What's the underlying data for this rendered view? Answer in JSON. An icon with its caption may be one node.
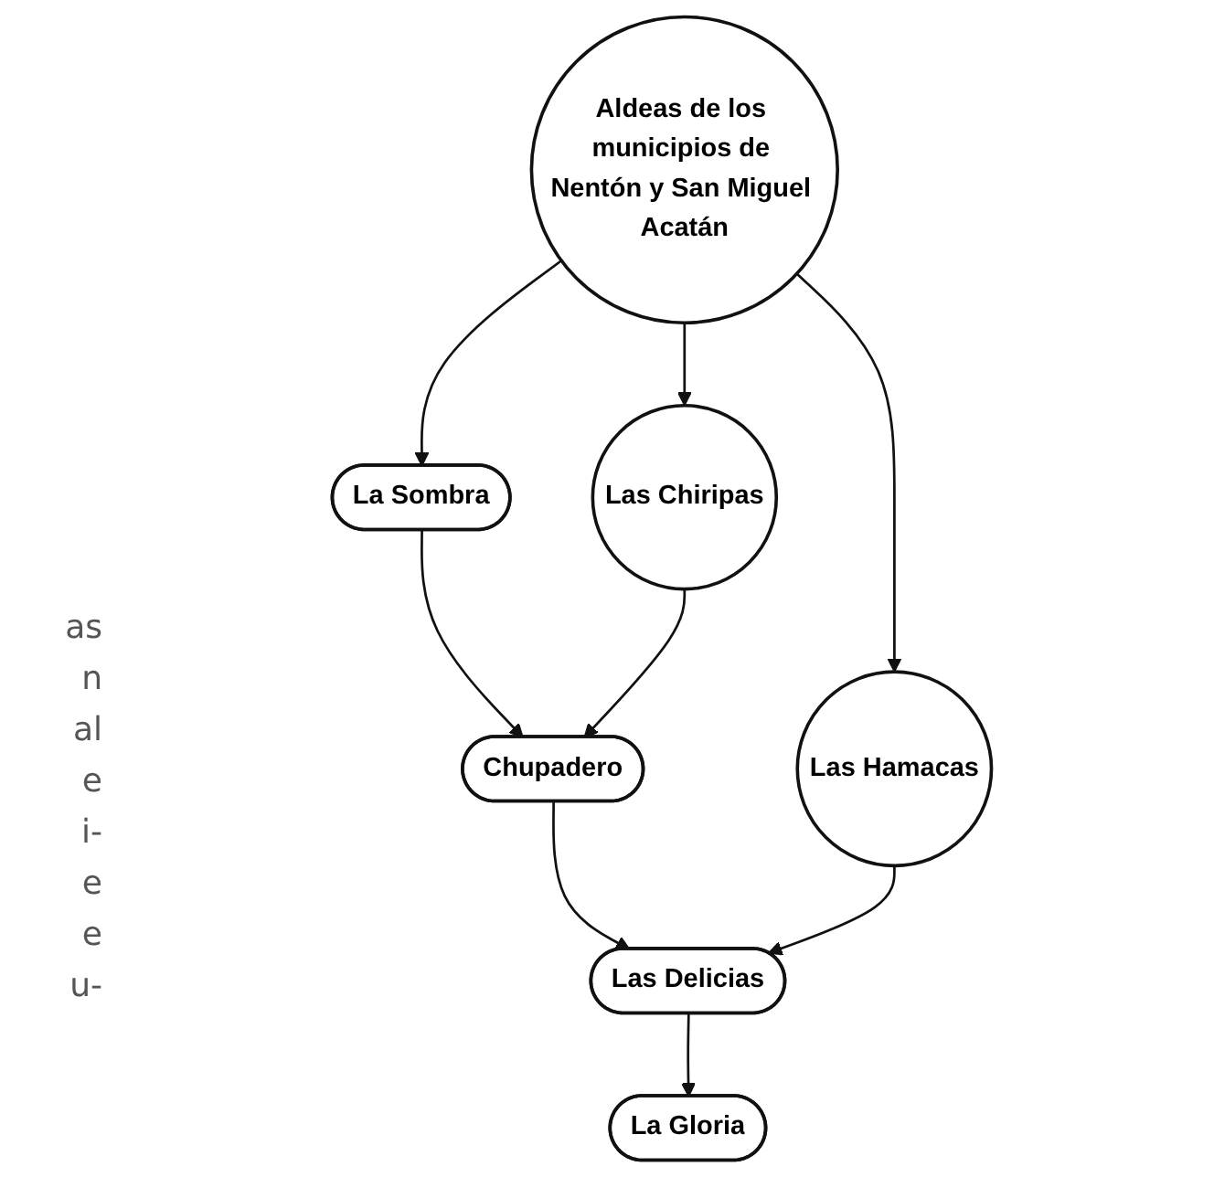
{
  "diagram": {
    "nodes": [
      {
        "text": [
          "Aldeas de los municipios de Nentón y San Miguel Acatán"
        ]
      },
      {
        "text": [
          "Las Hamacas"
        ]
      },
      {
        "text": [
          "La Sombra"
        ]
      },
      {
        "text": [
          "Las Chiripas"
        ]
      },
      {
        "text": [
          "Chupadero"
        ]
      },
      {
        "text": [
          "Las Delicias"
        ]
      },
      {
        "text": [
          "La Gloria"
        ]
      }
    ],
    "edges": [
      {
        "from": 0,
        "to": 1,
        "arrow": "to"
      },
      {
        "from": 0,
        "to": 2,
        "arrow": "to"
      },
      {
        "from": 0,
        "to": 3,
        "arrow": "to"
      },
      {
        "from": 2,
        "to": 4,
        "arrow": "to"
      },
      {
        "from": 3,
        "to": 4,
        "arrow": "to"
      },
      {
        "from": 4,
        "to": 5,
        "arrow": "to"
      },
      {
        "from": 1,
        "to": 5,
        "arrow": "to"
      },
      {
        "from": 5,
        "to": 6,
        "arrow": "to"
      }
    ],
    "labels": [
      "as",
      "n",
      "al",
      "e",
      "i-",
      "e",
      "e",
      "u-"
    ]
  }
}
